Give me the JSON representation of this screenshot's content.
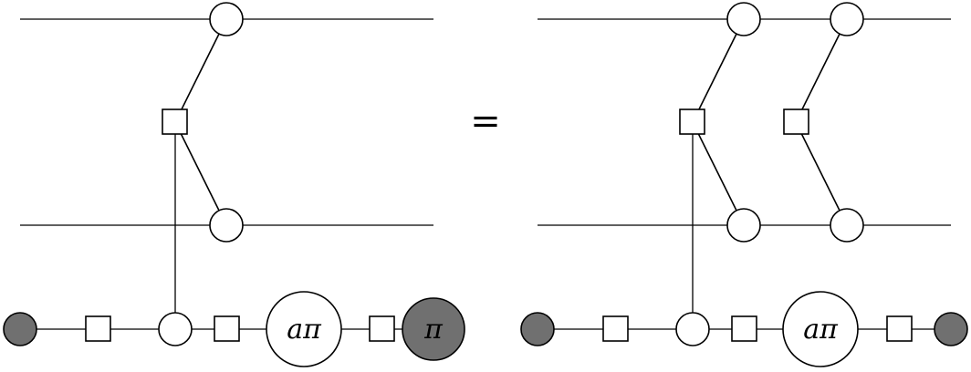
{
  "diagram": {
    "equals_symbol": "=",
    "left": {
      "phase_white": "aπ",
      "phase_grey": "π"
    },
    "right": {
      "phase_white": "aπ"
    },
    "colors": {
      "white_spider": "#ffffff",
      "grey_spider": "#707070",
      "stroke": "#000000"
    }
  }
}
